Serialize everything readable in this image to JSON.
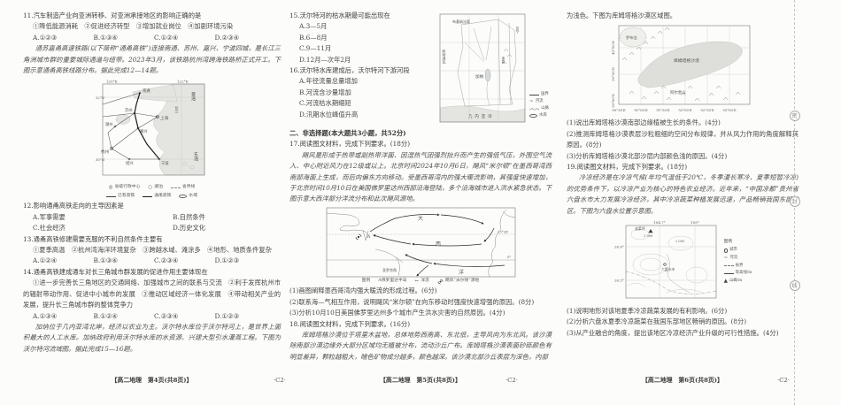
{
  "binding": {
    "marks": [
      "密",
      "封",
      "线"
    ]
  },
  "icons": {
    "admin": "◎",
    "lake": "○",
    "arrow": "←",
    "wave": "~",
    "mountain": "▲",
    "mountains": "︿︿"
  },
  "page4": {
    "q11": {
      "stem": "11.汽车制造产业向亚洲转移、对亚洲承接地区的影响正确的是",
      "items": "①降低能源消耗　②促进经济转型　③增加就业岗位　④加剧环境污染",
      "options": [
        "A.①②③",
        "B.①③④",
        "C.①②④",
        "D.②③④"
      ]
    },
    "intro1": "通苏嘉甬高速铁路(以下简称“通甬高铁”)连接南通、苏州、嘉兴、宁波四城，是长江三角洲城市群的重要城际通道与纽带。2023年3月，该铁路杭州湾跨海铁路桥正式开工。下图示意通甬高铁线路分布。据此完成12—14题。",
    "map1": {
      "lon_left": "120°E",
      "lon_right": "122°E",
      "lat_top": "32°N",
      "lat_bottom": "30°N",
      "sea_ne": "黄海",
      "sea_se": "东海",
      "river": "长江",
      "cities": [
        "南通",
        "苏州",
        "上海",
        "湖州",
        "嘉兴",
        "杭州",
        "绍兴",
        "宁波"
      ],
      "legend": [
        "省级行政中心",
        "湖泊",
        "省界线",
        "已有高铁",
        "通甬高铁",
        "水域"
      ]
    },
    "q12": {
      "stem": "12.影响通甬高铁走向的主导因素是",
      "options": [
        "A.军事需要",
        "B.自然条件",
        "C.社会经济",
        "D.历史文化"
      ]
    },
    "q13": {
      "stem": "13.通甬高铁修建需要克服的不利自然条件主要有",
      "items": "①夏季高温　②杭州湾海洋环境复杂　③跨越水域、滩涂多　④地形、地质条件复杂",
      "options": [
        "A.①②④",
        "B.①③④",
        "C.②③④",
        "D.①②③"
      ]
    },
    "q14": {
      "stem": "14.通甬高铁建成通车对长三角城市群发展的促进作用主要体现在",
      "items": "①进一步完善长三角地区的交通网络、加强城市之间的联系与交流　②利于发挥杭州市的辐射带动作用、促进中小城市的发展　③推动区域经济一体化发展　④带动相关产业的发展，提升长三角城市群的整体竞争力",
      "options": [
        "A.①③④",
        "B.①②④",
        "C.②③④",
        "D.①②③"
      ]
    },
    "intro2": "加纳位于几内亚湾北岸，经济以农业为主。沃尔特水库位于沃尔特河上，是世界上面积最大的人工水库。加纳政府利用沃尔特水库的水资源、兴建大型引水灌溉工程。下图为沃尔特河流域图。据此完成15—16题。",
    "footer": {
      "text": "【高二地理　第4页(共8页)】",
      "mark": "·C2·"
    }
  },
  "page5": {
    "q15": {
      "stem": "15.沃尔特河的枯水期最可能出现在",
      "options": [
        "A.3—5月",
        "B.6—8月",
        "C.9—11月",
        "D.12月—次年2月"
      ]
    },
    "q16": {
      "stem": "16.沃尔特水库建成后，沃尔特河下游河段",
      "options": [
        "A.年径流量总量增加",
        "B.河流含沙量增加",
        "C.河流枯水期缩短",
        "D.汛期水位峰值升高"
      ]
    },
    "map2": {
      "country_n": "布基纳法索",
      "country_ne": "贝宁",
      "country_w": "科特迪瓦",
      "country_e": "多哥",
      "country_c": "加纳",
      "gulf": "几内亚湾",
      "legend": [
        "国界",
        "河流",
        "山脉",
        "水库"
      ]
    },
    "section": "二、非选择题(本大题共3小题，共52分)",
    "q17": {
      "head": "17.阅读图文材料，完成下列要求。(18分)",
      "para": "飓风是形成于热带或副热带洋面、因湿热气团强烈抬升而产生的强低气压，外围空气流入、中心附近风力在12级或以上。北京时间2024年10月6日，飓风“米尔顿”在墨西哥湾西南部海面上生成，而后向偏东方向移动。受墨西哥湾内的强大暖流影响，其强度快速增加，于北京时间10月10日在美国佛罗里达州西部沿海登陆，多个沿海城市进入洪水紧急状态。下图示意大西洋部分洋流分布和此次飓风源地。",
      "sub1": "(1)画图阐释墨西哥湾内强大暖流的形成过程。(6分)",
      "sub2": "(2)联系海—气相互作用，说明飓风“米尔顿”在向东移动时强度快速增强的原因。(8分)",
      "sub3": "(3)分析10月10日美国佛罗里达州多个城市产生洪水灾害的自然原因。(4分)"
    },
    "map3": {
      "ocean_1": "大",
      "ocean_2": "西",
      "ocean_3": "洋",
      "cape": "圣罗克角",
      "tropic": "23°26′",
      "equator": "0°",
      "florida": "A",
      "legend_title": "图例",
      "legend_a": "A佛罗里达半岛",
      "legend_current": "洋流",
      "legend_hurricane": "飓风“米尔顿”源地"
    },
    "q18": {
      "head": "18.阅读图文材料，完成下列要求。(16分)",
      "para": "库姆塔格沙漠位于塔里木盆地，总体地势西南高、东北低，主导风向为东北风。该沙漠除南部沙漠边缘外大部分区域均无植被分布，流动沙丘广布。库姆塔格沙漠表面砂砾颜色有明显差异，颗粒越粗大，暗色矿物成分越多，颜色越深。该沙漠北部沙丘表层为深色，内部"
    },
    "footer": {
      "text": "【高二地理　第5页(共8页)】",
      "mark": "·C2·"
    }
  },
  "page6": {
    "cont": "为浅色。下图为库姆塔格沙漠区域图。",
    "map4": {
      "lake": "罗布泊",
      "desert": "库姆塔格沙漠",
      "mountain": "阿尔金山",
      "xticks": [
        "90°30′E",
        "91°00′E",
        "91°30′E",
        "92°00′E",
        "92°30′E",
        "93°00′E"
      ],
      "yticks": [
        "40°00′N",
        "39°30′N",
        "39°00′N"
      ]
    },
    "q18sub": {
      "sub1": "(1)说出库姆塔格沙漠南部边缘植被生长的条件。(4分)",
      "sub2": "(2)推测库姆塔格沙漠表层沙粒粗细的空间分布规律，并从风力作用的角度解释其原因。(8分)",
      "sub3": "(3)分析库姆塔格沙漠北部沙层内部颜色浅的原因。(4分)"
    },
    "q19": {
      "head": "19.阅读图文材料，完成下列要求。(18分)",
      "para": "冷凉经济是在冷凉气候(年均气温低于20℃，冬季漫长寒冷、夏季短暂冷凉)的优势条件下，以冷凉产业为核心的特色农业经济。近年来，“中国凉都”贵州省六盘水市大力发展冷凉经济，其中冷凉蔬菜种植发展迅速，产品畅销我国东部地区。下图为六盘水位置示意图。",
      "sub1": "(1)说明地形对该地夏季冷凉蔬菜发展的有利影响。(6分)",
      "sub2": "(2)分析六盘水夏季冷凉蔬菜在我国东部地区畅销的原因。(8分)",
      "sub3": "(3)从产业融合的角度，提出该地区冷凉经济产业升级的可行性措施。(4分)"
    },
    "map5": {
      "xtick1": "104.7°",
      "xtick2": "105°",
      "ytick1": "26.6°",
      "ytick2": "26.5°",
      "peak": "韭菜坪",
      "peak_elev": "2 900",
      "city": "六盘水市",
      "contour": "2 000",
      "legend_title": "图例",
      "legend": [
        "城市",
        "河流",
        "省界",
        "等高线/m",
        "山峰/m"
      ]
    },
    "footer": {
      "text": "【高二地理　第6页(共8页)】",
      "mark": "·C2·"
    }
  }
}
